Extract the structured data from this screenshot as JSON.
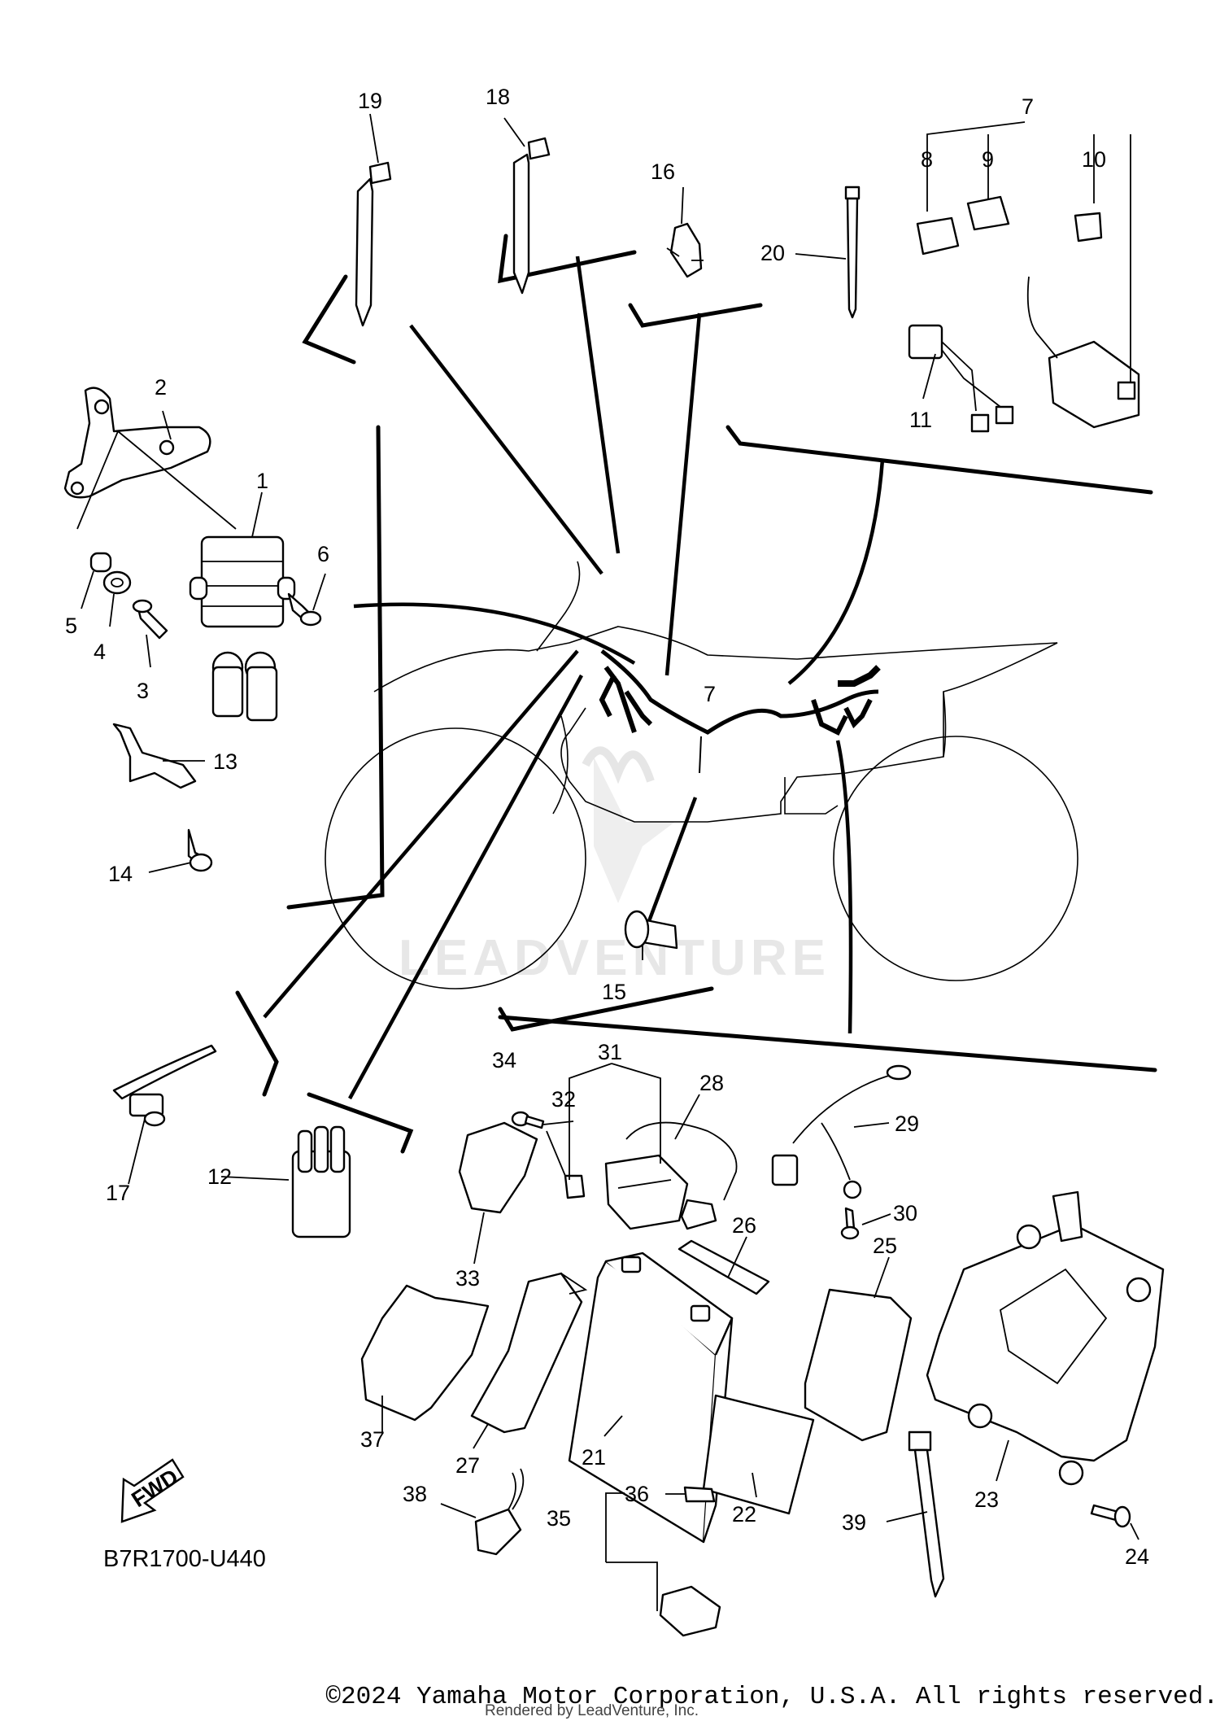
{
  "diagram": {
    "callouts": [
      {
        "id": "1",
        "label": "1"
      },
      {
        "id": "2",
        "label": "2"
      },
      {
        "id": "3",
        "label": "3"
      },
      {
        "id": "4",
        "label": "4"
      },
      {
        "id": "5",
        "label": "5"
      },
      {
        "id": "6",
        "label": "6"
      },
      {
        "id": "7a",
        "label": "7"
      },
      {
        "id": "7b",
        "label": "7"
      },
      {
        "id": "8",
        "label": "8"
      },
      {
        "id": "9",
        "label": "9"
      },
      {
        "id": "10",
        "label": "10"
      },
      {
        "id": "11",
        "label": "11"
      },
      {
        "id": "12",
        "label": "12"
      },
      {
        "id": "13",
        "label": "13"
      },
      {
        "id": "14",
        "label": "14"
      },
      {
        "id": "15",
        "label": "15"
      },
      {
        "id": "16",
        "label": "16"
      },
      {
        "id": "17",
        "label": "17"
      },
      {
        "id": "18",
        "label": "18"
      },
      {
        "id": "19",
        "label": "19"
      },
      {
        "id": "20",
        "label": "20"
      },
      {
        "id": "21",
        "label": "21"
      },
      {
        "id": "22",
        "label": "22"
      },
      {
        "id": "23",
        "label": "23"
      },
      {
        "id": "24",
        "label": "24"
      },
      {
        "id": "25",
        "label": "25"
      },
      {
        "id": "26",
        "label": "26"
      },
      {
        "id": "27",
        "label": "27"
      },
      {
        "id": "28",
        "label": "28"
      },
      {
        "id": "29",
        "label": "29"
      },
      {
        "id": "30",
        "label": "30"
      },
      {
        "id": "31",
        "label": "31"
      },
      {
        "id": "32",
        "label": "32"
      },
      {
        "id": "33",
        "label": "33"
      },
      {
        "id": "34",
        "label": "34"
      },
      {
        "id": "35",
        "label": "35"
      },
      {
        "id": "36",
        "label": "36"
      },
      {
        "id": "37",
        "label": "37"
      },
      {
        "id": "38",
        "label": "38"
      },
      {
        "id": "39",
        "label": "39"
      }
    ],
    "fwd_label": "FWD",
    "diagram_code": "B7R1700-U440",
    "watermark": "LEADVENTURE",
    "copyright": "©2024 Yamaha Motor Corporation, U.S.A. All rights reserved.",
    "rendered_by": "Rendered by LeadVenture, Inc."
  }
}
